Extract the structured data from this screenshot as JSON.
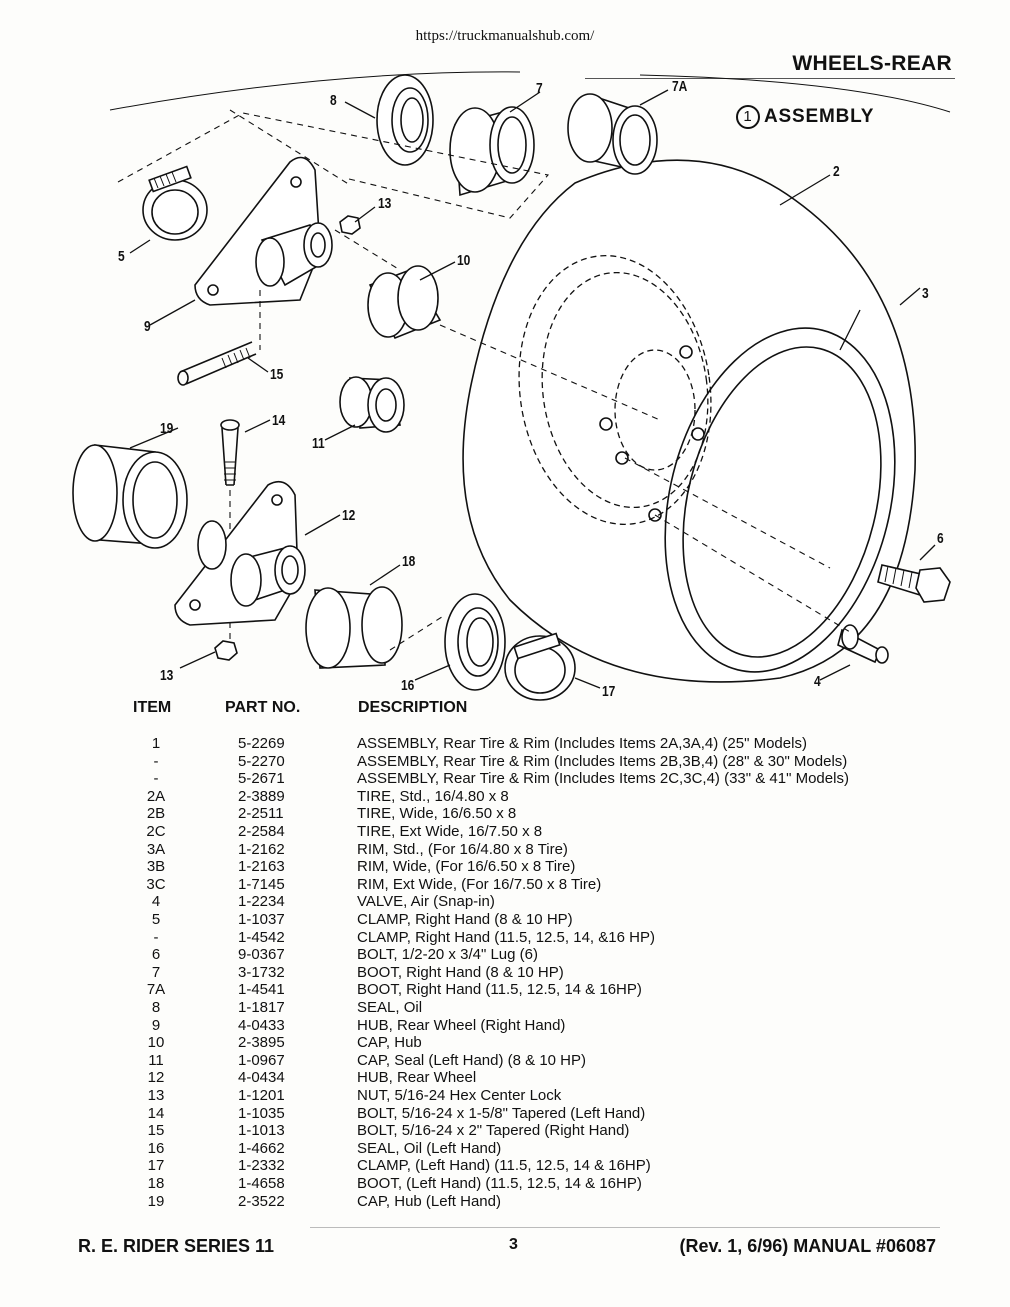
{
  "header": {
    "url": "https://truckmanualshub.com/",
    "title": "WHEELS-REAR",
    "assembly_number": "1",
    "assembly_label": "ASSEMBLY"
  },
  "callouts": [
    "8",
    "7",
    "7A",
    "2",
    "13",
    "5",
    "10",
    "3",
    "9",
    "15",
    "19",
    "14",
    "11",
    "12",
    "6",
    "18",
    "13",
    "16",
    "17",
    "4"
  ],
  "table": {
    "headers": {
      "item": "ITEM",
      "part": "PART NO.",
      "desc": "DESCRIPTION"
    },
    "rows": [
      {
        "item": "1",
        "part": "5-2269",
        "desc": "ASSEMBLY, Rear Tire & Rim (Includes Items 2A,3A,4) (25\" Models)"
      },
      {
        "item": "-",
        "part": "5-2270",
        "desc": "ASSEMBLY, Rear Tire & Rim (Includes Items 2B,3B,4) (28\" & 30\" Models)"
      },
      {
        "item": "-",
        "part": "5-2671",
        "desc": "ASSEMBLY, Rear Tire & Rim (Includes Items 2C,3C,4) (33\" & 41\" Models)"
      },
      {
        "item": "2A",
        "part": "2-3889",
        "desc": "TIRE, Std., 16/4.80 x 8"
      },
      {
        "item": "2B",
        "part": "2-2511",
        "desc": "TIRE, Wide, 16/6.50 x 8"
      },
      {
        "item": "2C",
        "part": "2-2584",
        "desc": "TIRE, Ext Wide, 16/7.50 x 8"
      },
      {
        "item": "3A",
        "part": "1-2162",
        "desc": "RIM, Std., (For 16/4.80 x 8 Tire)"
      },
      {
        "item": "3B",
        "part": "1-2163",
        "desc": "RIM, Wide, (For 16/6.50 x 8 Tire)"
      },
      {
        "item": "3C",
        "part": "1-7145",
        "desc": "RIM, Ext Wide, (For 16/7.50 x 8 Tire)"
      },
      {
        "item": "4",
        "part": "1-2234",
        "desc": "VALVE, Air (Snap-in)"
      },
      {
        "item": "5",
        "part": "1-1037",
        "desc": "CLAMP, Right Hand (8 & 10 HP)"
      },
      {
        "item": "-",
        "part": "1-4542",
        "desc": "CLAMP, Right Hand (11.5, 12.5, 14, &16 HP)"
      },
      {
        "item": "6",
        "part": "9-0367",
        "desc": "BOLT, 1/2-20 x 3/4\" Lug (6)"
      },
      {
        "item": "7",
        "part": "3-1732",
        "desc": "BOOT, Right Hand (8 & 10 HP)"
      },
      {
        "item": "7A",
        "part": "1-4541",
        "desc": "BOOT, Right Hand (11.5, 12.5, 14 & 16HP)"
      },
      {
        "item": "8",
        "part": "1-1817",
        "desc": "SEAL, Oil"
      },
      {
        "item": "9",
        "part": "4-0433",
        "desc": "HUB, Rear Wheel (Right Hand)"
      },
      {
        "item": "10",
        "part": "2-3895",
        "desc": "CAP, Hub"
      },
      {
        "item": "11",
        "part": "1-0967",
        "desc": "CAP, Seal (Left Hand) (8 & 10 HP)"
      },
      {
        "item": "12",
        "part": "4-0434",
        "desc": "HUB, Rear Wheel"
      },
      {
        "item": "13",
        "part": "1-1201",
        "desc": "NUT, 5/16-24 Hex Center Lock"
      },
      {
        "item": "14",
        "part": "1-1035",
        "desc": "BOLT, 5/16-24 x 1-5/8\" Tapered (Left Hand)"
      },
      {
        "item": "15",
        "part": "1-1013",
        "desc": "BOLT, 5/16-24 x 2\" Tapered (Right Hand)"
      },
      {
        "item": "16",
        "part": "1-4662",
        "desc": "SEAL, Oil (Left Hand)"
      },
      {
        "item": "17",
        "part": "1-2332",
        "desc": "CLAMP, (Left Hand) (11.5, 12.5, 14 & 16HP)"
      },
      {
        "item": "18",
        "part": "1-4658",
        "desc": "BOOT, (Left Hand) (11.5, 12.5, 14 & 16HP)"
      },
      {
        "item": "19",
        "part": "2-3522",
        "desc": "CAP, Hub (Left Hand)"
      }
    ]
  },
  "footer": {
    "left": "R. E. RIDER SERIES 11",
    "page": "3",
    "right": "(Rev. 1, 6/96)  MANUAL #06087"
  }
}
